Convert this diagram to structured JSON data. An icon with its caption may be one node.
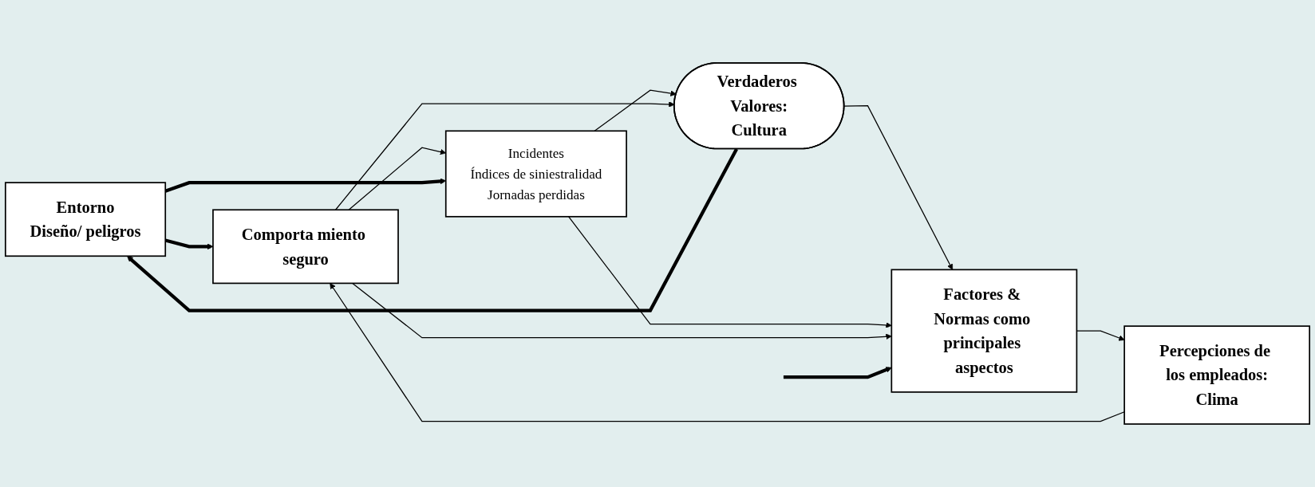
{
  "diagram": {
    "nodes": [
      {
        "text": [
          "Entorno",
          "Diseño/ peligros"
        ]
      },
      {
        "text": [
          "Verdaderos Valores:",
          "Cultura"
        ]
      },
      {
        "text": [
          "Factores & Normas como principales aspectos"
        ]
      },
      {
        "text": [
          "Percepciones de los empleados:",
          "Clima"
        ]
      },
      {
        "text": [
          "Comporta miento seguro"
        ]
      },
      {
        "text": [
          "Incidentes",
          "Índices de siniestralidad",
          "Jornadas perdidas"
        ]
      }
    ],
    "edges": [
      {
        "from": 1,
        "to": 2,
        "arrow": "to"
      },
      {
        "from": 2,
        "to": 3,
        "arrow": "to"
      },
      {
        "from": 3,
        "to": 4,
        "arrow": "to"
      },
      {
        "from": 4,
        "to": 5,
        "arrow": "to"
      },
      {
        "from": 1,
        "to": 0,
        "arrow": "to",
        "style": "thick"
      },
      {
        "from": 0,
        "to": 4,
        "arrow": "to",
        "style": "thick"
      },
      {
        "from": 0,
        "to": 5,
        "arrow": "to",
        "style": "thick"
      },
      {
        "from": 5,
        "to": 1,
        "arrow": "to"
      },
      {
        "from": 5,
        "to": 2,
        "arrow": "to"
      },
      {
        "from": 4,
        "to": 1,
        "arrow": "to"
      },
      {
        "from": 4,
        "to": 2,
        "arrow": "to"
      },
      {
        "from": null,
        "to": 2,
        "arrow": "to",
        "style": "thick"
      }
    ]
  }
}
